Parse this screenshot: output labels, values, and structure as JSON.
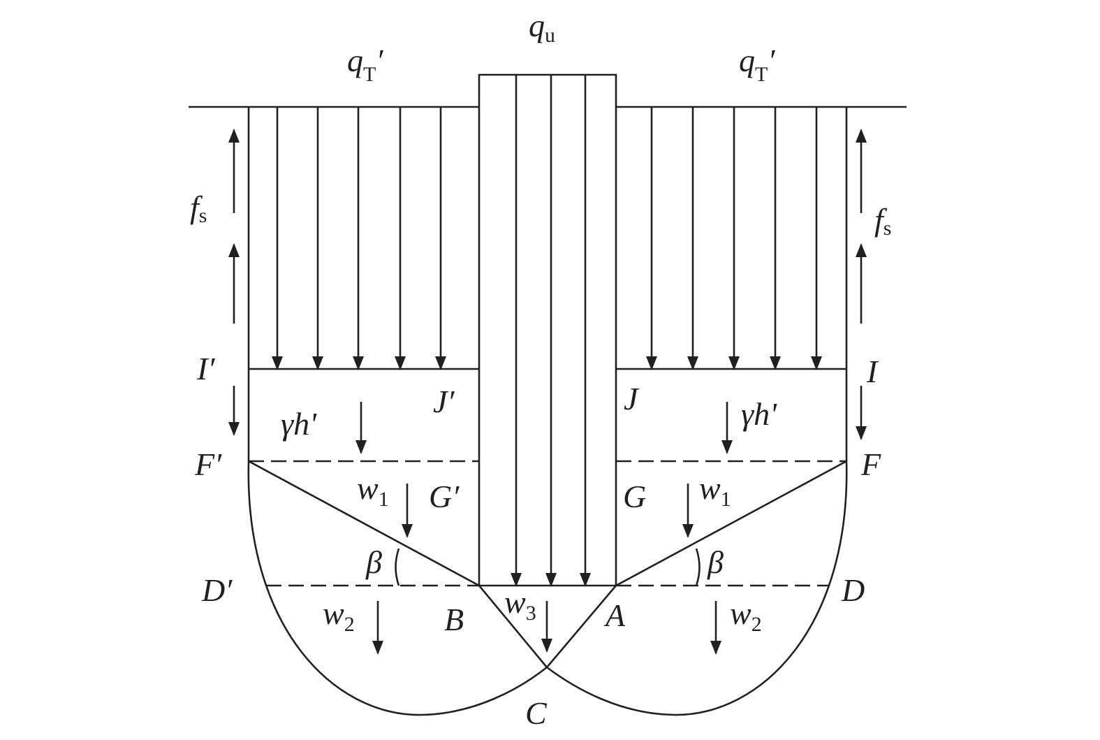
{
  "labels": {
    "q_u": {
      "main": "q",
      "sub": "u"
    },
    "q_T_left": {
      "main": "q",
      "sub": "T",
      "prime": "′"
    },
    "q_T_right": {
      "main": "q",
      "sub": "T",
      "prime": "′"
    },
    "f_s_left": {
      "main": "f",
      "sub": "s"
    },
    "f_s_right": {
      "main": "f",
      "sub": "s"
    },
    "I_prime": "I′",
    "I": "I",
    "J_prime": "J′",
    "J": "J",
    "gamma_h_left": "γh'",
    "gamma_h_right": "γh'",
    "F_prime": "F′",
    "F": "F",
    "G_prime": "G′",
    "G": "G",
    "w1_left": {
      "main": "w",
      "sub": "1"
    },
    "w1_right": {
      "main": "w",
      "sub": "1"
    },
    "beta_left": "β",
    "beta_right": "β",
    "D_prime": "D′",
    "D": "D",
    "w2_left": {
      "main": "w",
      "sub": "2"
    },
    "w2_right": {
      "main": "w",
      "sub": "2"
    },
    "B": "B",
    "A": "A",
    "w3": {
      "main": "w",
      "sub": "3"
    },
    "C": "C"
  }
}
